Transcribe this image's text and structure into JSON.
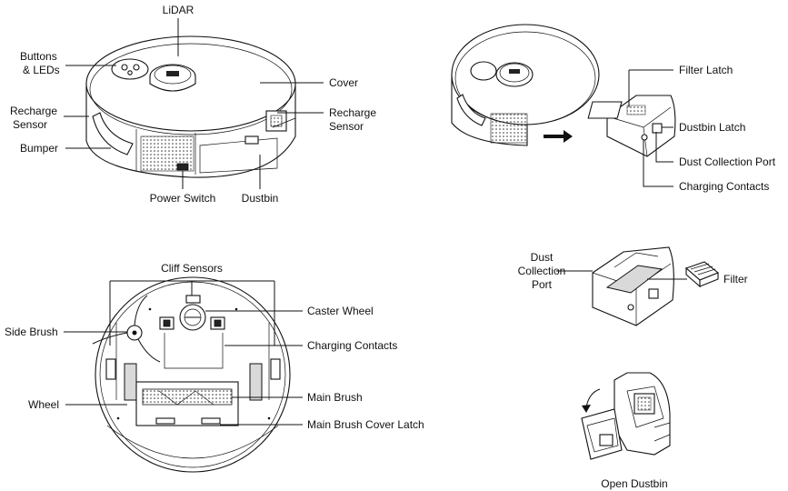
{
  "colors": {
    "ink": "#111111",
    "fill": "#ffffff",
    "shade": "#d9d9d9",
    "dark": "#222222"
  },
  "icons": {
    "arrow": "arrow-right-icon",
    "rotate": "curved-arrow-icon"
  },
  "top_view": {
    "lidar": "LiDAR",
    "buttons_leds": [
      "Buttons",
      "& LEDs"
    ],
    "cover": "Cover",
    "recharge_left": [
      "Recharge",
      "Sensor"
    ],
    "recharge_right": [
      "Recharge",
      "Sensor"
    ],
    "bumper": "Bumper",
    "power_switch": "Power Switch",
    "dustbin": "Dustbin"
  },
  "dustbin_view": {
    "filter_latch": "Filter Latch",
    "dustbin_latch": "Dustbin Latch",
    "dust_collection_port": "Dust Collection Port",
    "charging_contacts": "Charging Contacts"
  },
  "bottom_view": {
    "cliff_sensors": "Cliff Sensors",
    "caster_wheel": "Caster Wheel",
    "side_brush": "Side Brush",
    "charging_contacts": "Charging Contacts",
    "wheel": "Wheel",
    "main_brush": "Main Brush",
    "main_brush_cover_latch": "Main Brush Cover Latch"
  },
  "filter_view": {
    "dust_collection_port": [
      "Dust",
      "Collection",
      "Port"
    ],
    "filter": "Filter"
  },
  "open_view": {
    "caption": "Open Dustbin"
  }
}
